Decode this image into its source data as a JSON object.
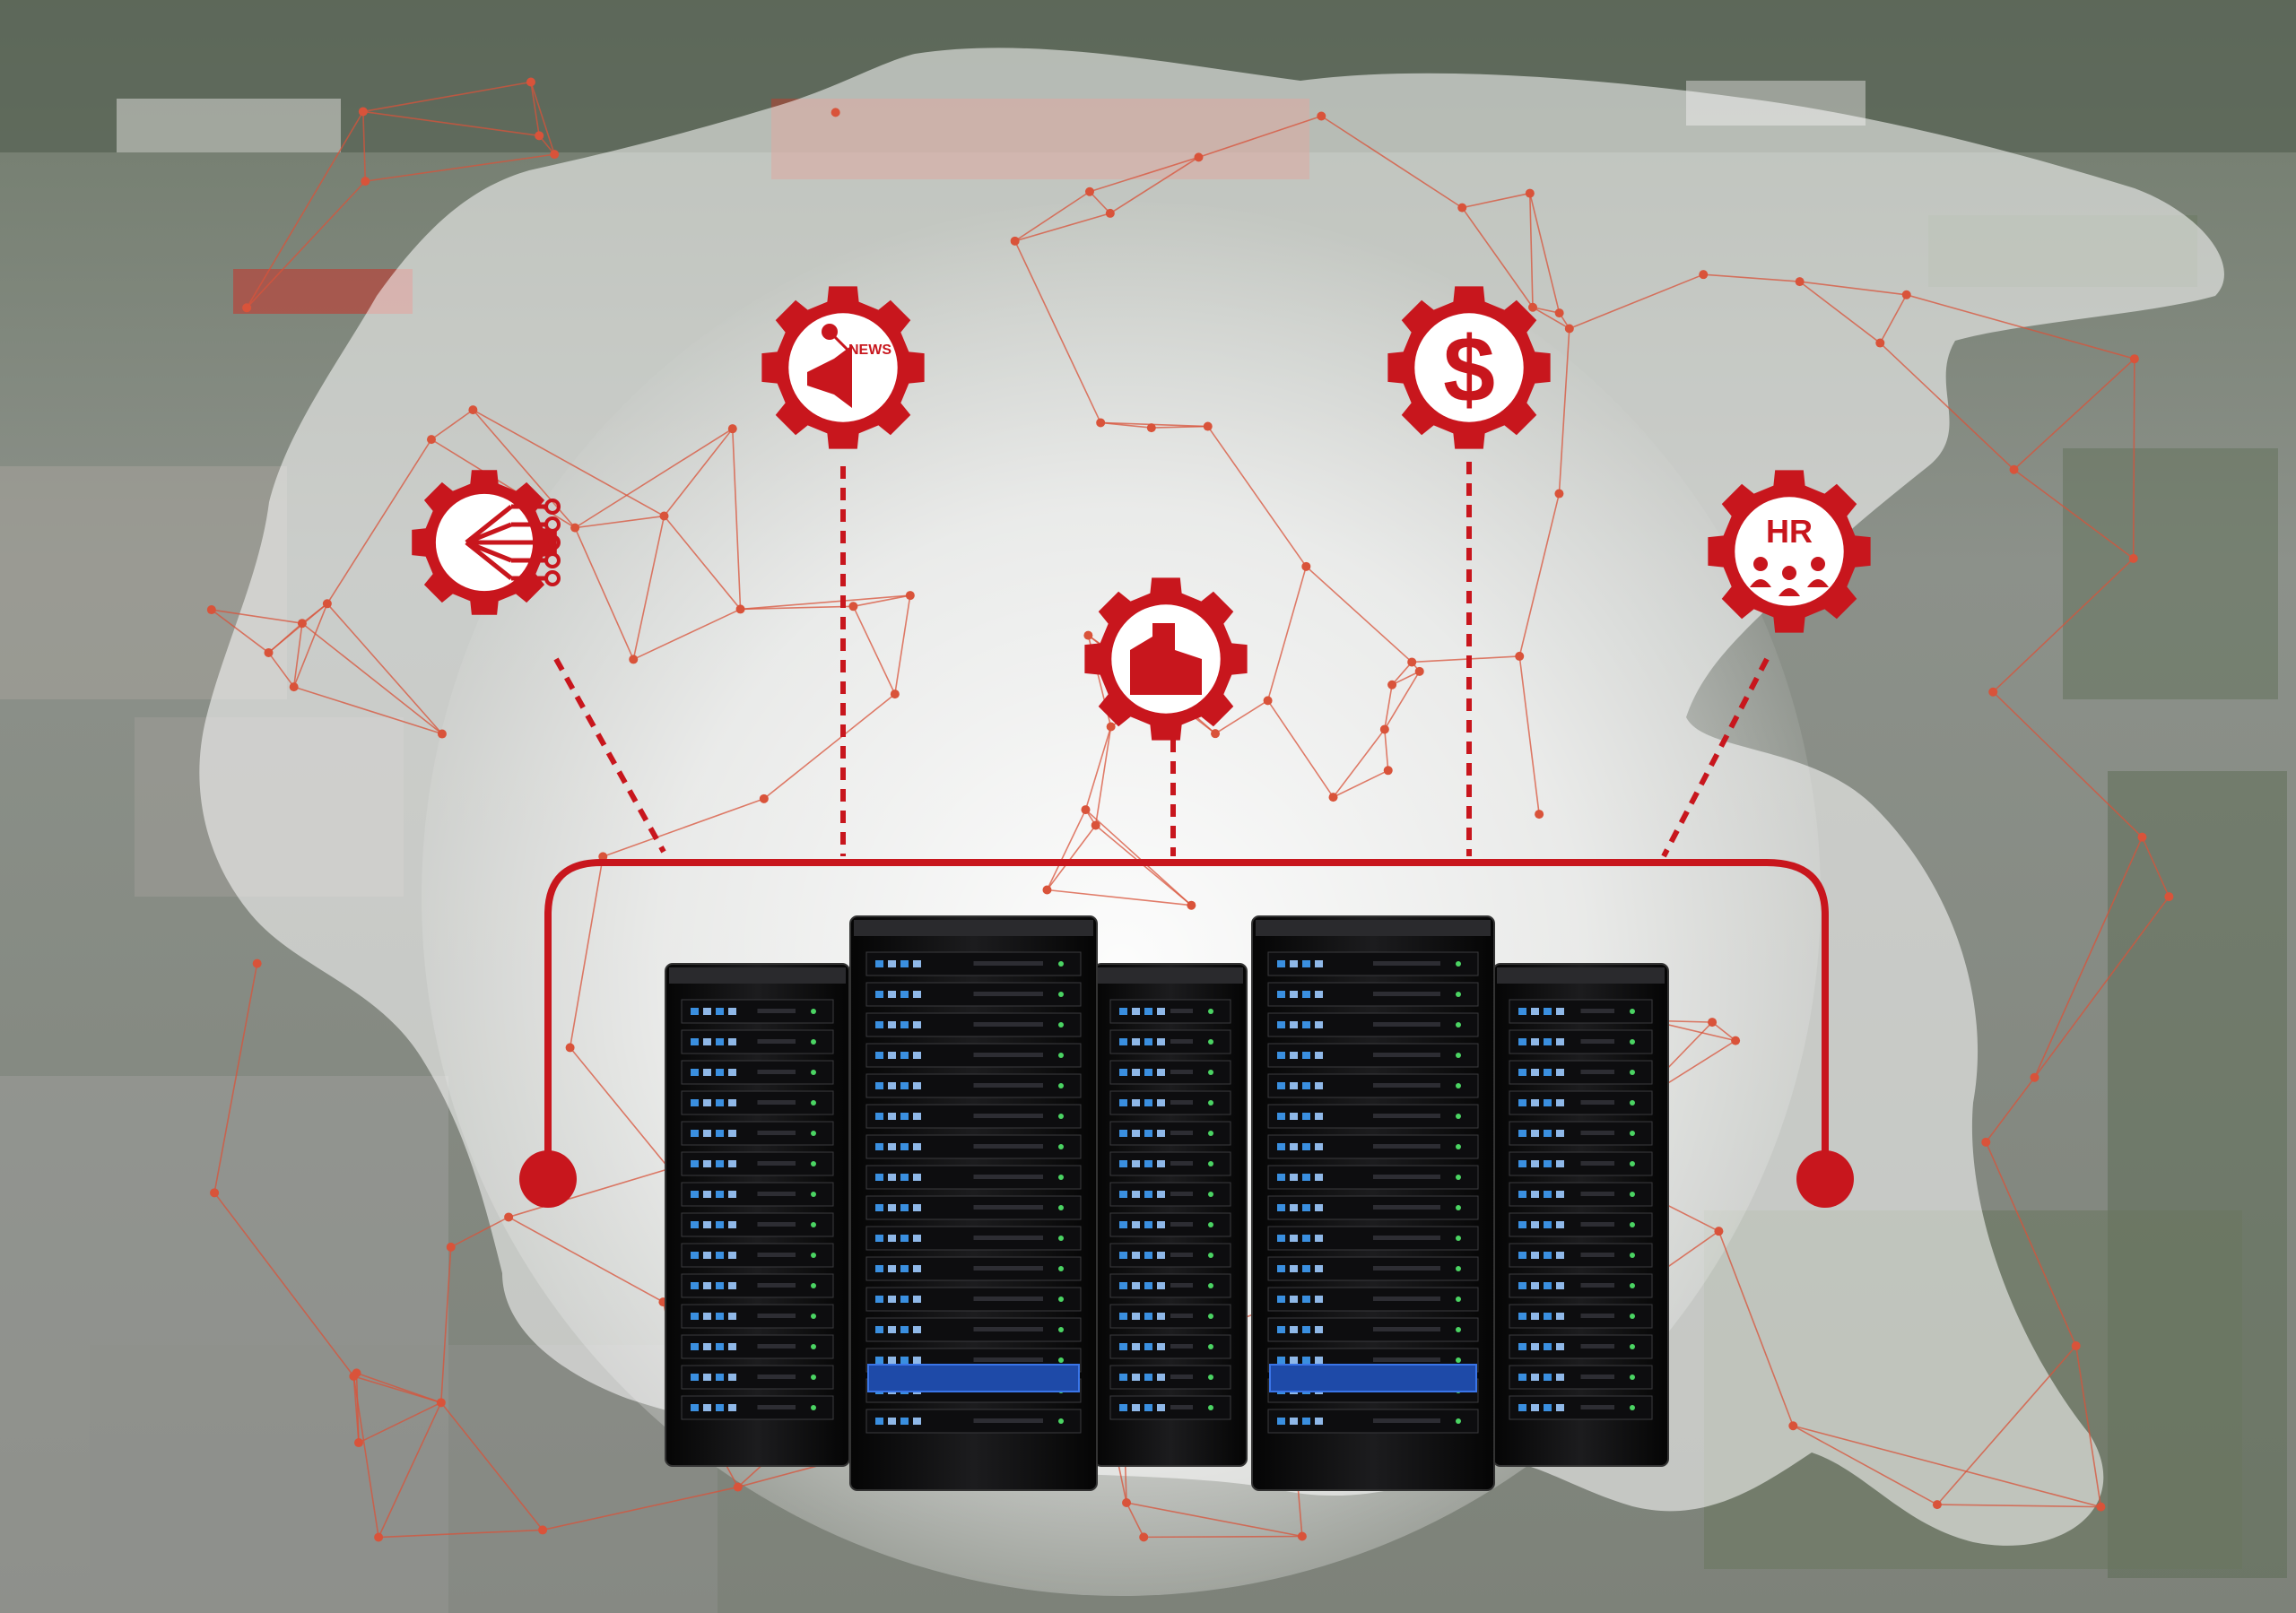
{
  "colors": {
    "accent": "#c8161d",
    "network_line": "#d9533a",
    "background_aerial": "#8a8d88",
    "map_overlay": "#ffffff",
    "rack_body": "#141414",
    "rack_led_blue": "#3a8fe0"
  },
  "icons": [
    {
      "name": "circuit-gear-icon",
      "label": ""
    },
    {
      "name": "news-gear-icon",
      "label": "NEWS"
    },
    {
      "name": "dollar-gear-icon",
      "label": "$"
    },
    {
      "name": "factory-gear-icon",
      "label": ""
    },
    {
      "name": "hr-gear-icon",
      "label": "HR"
    }
  ],
  "elements": {
    "server_racks": 5,
    "connector_nodes": 2
  }
}
